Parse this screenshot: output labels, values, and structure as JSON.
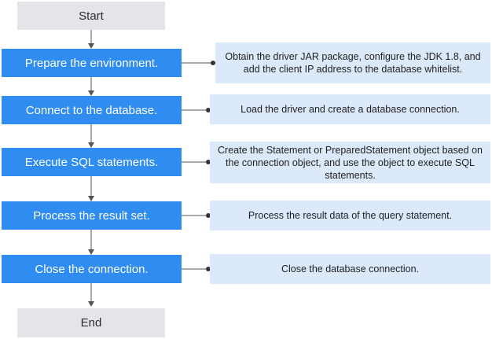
{
  "flow": {
    "start": "Start",
    "end": "End",
    "steps": [
      {
        "label": "Prepare the environment.",
        "note": "Obtain the driver JAR package, configure the JDK 1.8, and add the client IP address to the database whitelist."
      },
      {
        "label": "Connect to the database.",
        "note": "Load the driver and create a database connection."
      },
      {
        "label": "Execute SQL statements.",
        "note": "Create the Statement or PreparedStatement object based on the connection object, and use the object to execute SQL statements."
      },
      {
        "label": "Process the result set.",
        "note": "Process the result data of the query statement."
      },
      {
        "label": "Close the connection.",
        "note": "Close the database connection."
      }
    ]
  },
  "colors": {
    "step": "#2f8cf0",
    "terminal": "#e3e5e8",
    "note": "#dce9fb",
    "connector": "#555555"
  }
}
